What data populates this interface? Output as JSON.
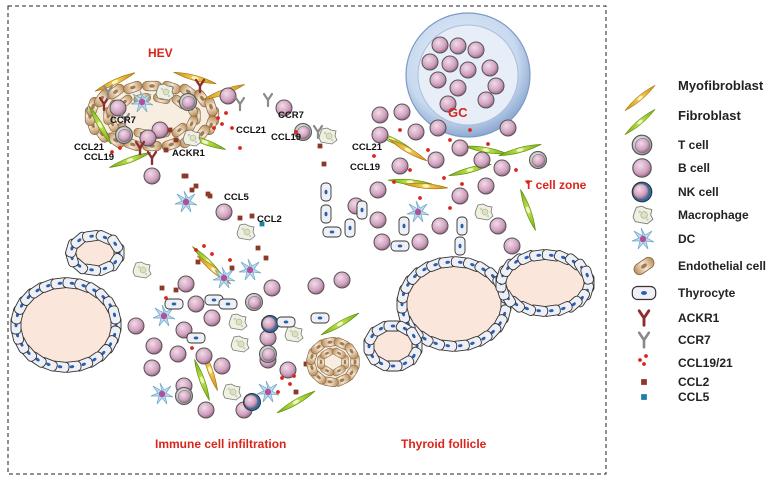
{
  "legend": {
    "items": [
      {
        "id": "myofibroblast",
        "label": "Myofibroblast"
      },
      {
        "id": "fibroblast",
        "label": "Fibroblast"
      },
      {
        "id": "tcell",
        "label": "T cell"
      },
      {
        "id": "bcell",
        "label": "B cell"
      },
      {
        "id": "nkcell",
        "label": "NK cell"
      },
      {
        "id": "macrophage",
        "label": "Macrophage"
      },
      {
        "id": "dc",
        "label": "DC"
      },
      {
        "id": "endothelial",
        "label": "Endothelial cell"
      },
      {
        "id": "thyrocyte",
        "label": "Thyrocyte"
      },
      {
        "id": "ackr1",
        "label": "ACKR1"
      },
      {
        "id": "ccr7",
        "label": "CCR7"
      },
      {
        "id": "ccl1921",
        "label": "CCL19/21"
      },
      {
        "id": "ccl2",
        "label": "CCL2"
      },
      {
        "id": "ccl5",
        "label": "CCL5"
      }
    ]
  },
  "diagram": {
    "hev_label": "HEV",
    "gc_label": "GC",
    "tcell_zone_label": "T cell zone",
    "immune_infiltration_label": "Immune cell infiltration",
    "thyroid_follicle_label": "Thyroid follicle",
    "molecule_labels": {
      "ccr7_hev": "CCR7",
      "ccl21_hev": "CCL21",
      "ccl19_hev": "CCL19",
      "ackr1": "ACKR1",
      "ccr7_mid": "CCR7",
      "ccl21_mid": "CCL21",
      "ccl19_mid": "CCL19",
      "ccl5": "CCL5",
      "ccl2": "CCL2",
      "ccl21_right": "CCL21",
      "ccl19_right": "CCL19"
    }
  },
  "colors": {
    "red_text": "#d9261c",
    "pink_cell": "#d9b3cc",
    "follicle_fill": "#fbe6dc",
    "gc_fill": "#c6d8ee",
    "fibroblast": "#9ccc2a",
    "myofibroblast": "#e8b032"
  }
}
